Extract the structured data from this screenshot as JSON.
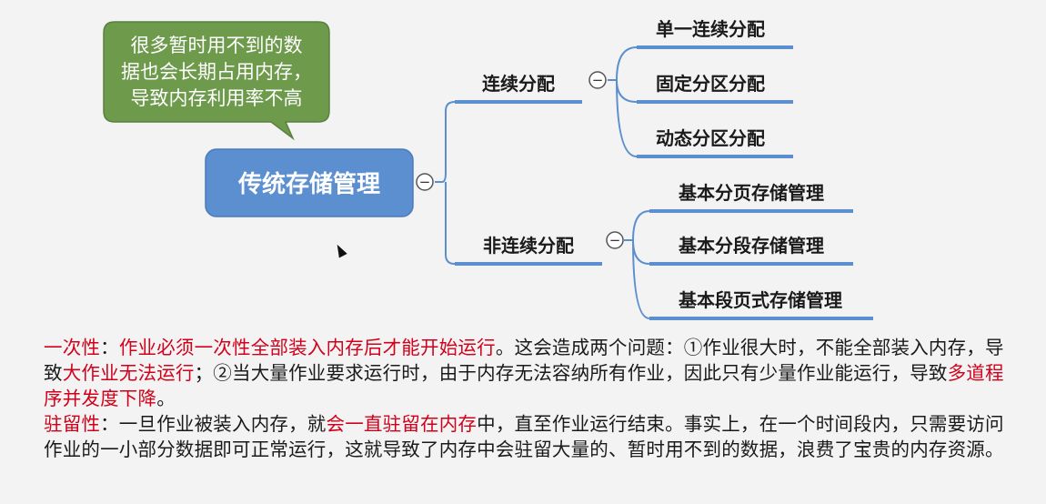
{
  "callout": {
    "lines": [
      "很多暂时用不到的数",
      "据也会长期占用内存，",
      "导致内存利用率不高"
    ]
  },
  "root": {
    "label": "传统存储管理"
  },
  "branches": [
    {
      "label": "连续分配",
      "children": [
        "单一连续分配",
        "固定分区分配",
        "动态分区分配"
      ]
    },
    {
      "label": "非连续分配",
      "children": [
        "基本分页存储管理",
        "基本分段存储管理",
        "基本段页式存储管理"
      ]
    }
  ],
  "collapse_symbol": "−",
  "paragraph": {
    "block1": [
      {
        "text": "一次性",
        "red": true
      },
      {
        "text": "：",
        "red": false
      },
      {
        "text": "作业必须一次性全部装入内存后才能开始运行",
        "red": true
      },
      {
        "text": "。这会造成两个问题：①作业很大时，不能全部装入内存，导致",
        "red": false
      },
      {
        "text": "大作业无法运行",
        "red": true
      },
      {
        "text": "；②当大量作业要求运行时，由于内存无法容纳所有作业，因此只有少量作业能运行，导致",
        "red": false
      },
      {
        "text": "多道程序并发度下降",
        "red": true
      },
      {
        "text": "。",
        "red": false
      }
    ],
    "block2": [
      {
        "text": "驻留性",
        "red": true
      },
      {
        "text": "：一旦作业被装入内存，就",
        "red": false
      },
      {
        "text": "会一直驻留在内存",
        "red": true
      },
      {
        "text": "中，直至作业运行结束。事实上，在一个时间段内，只需要访问作业的一小部分数据即可正常运行，这就导致了内存中会驻留大量的、暂时用不到的数据，浪费了宝贵的内存资源。",
        "red": false
      }
    ]
  },
  "colors": {
    "root_fill": "#5b8fd0",
    "callout_fill": "#6e9a4c",
    "line": "#5b8fd0",
    "emphasis": "#d0021b"
  }
}
